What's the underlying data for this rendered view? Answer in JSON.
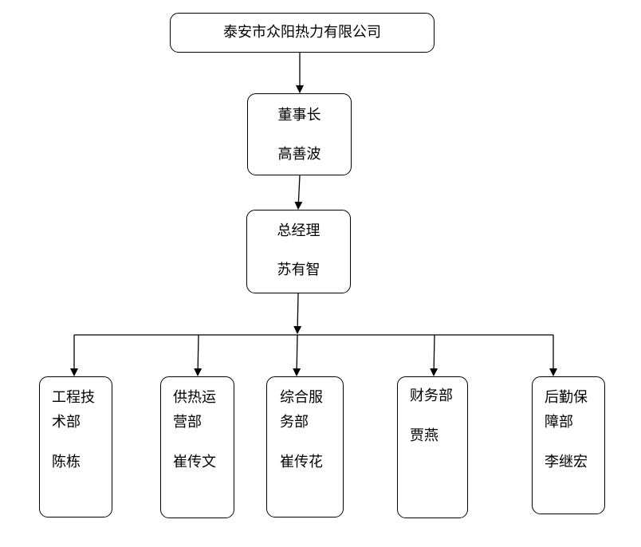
{
  "company": {
    "name": "泰安市众阳热力有限公司"
  },
  "chairman": {
    "title": "董事长",
    "name": "高善波"
  },
  "general_manager": {
    "title": "总经理",
    "name": "苏有智"
  },
  "departments": [
    {
      "line1": "工程技",
      "line2": "术部",
      "person": "陈栋"
    },
    {
      "line1": "供热运",
      "line2": "营部",
      "person": "崔传文"
    },
    {
      "line1": "综合服",
      "line2": "务部",
      "person": "崔传花"
    },
    {
      "line1": "财务部",
      "person": "贾燕"
    },
    {
      "line1": "后勤保",
      "line2": "障部",
      "person": "李继宏"
    }
  ]
}
